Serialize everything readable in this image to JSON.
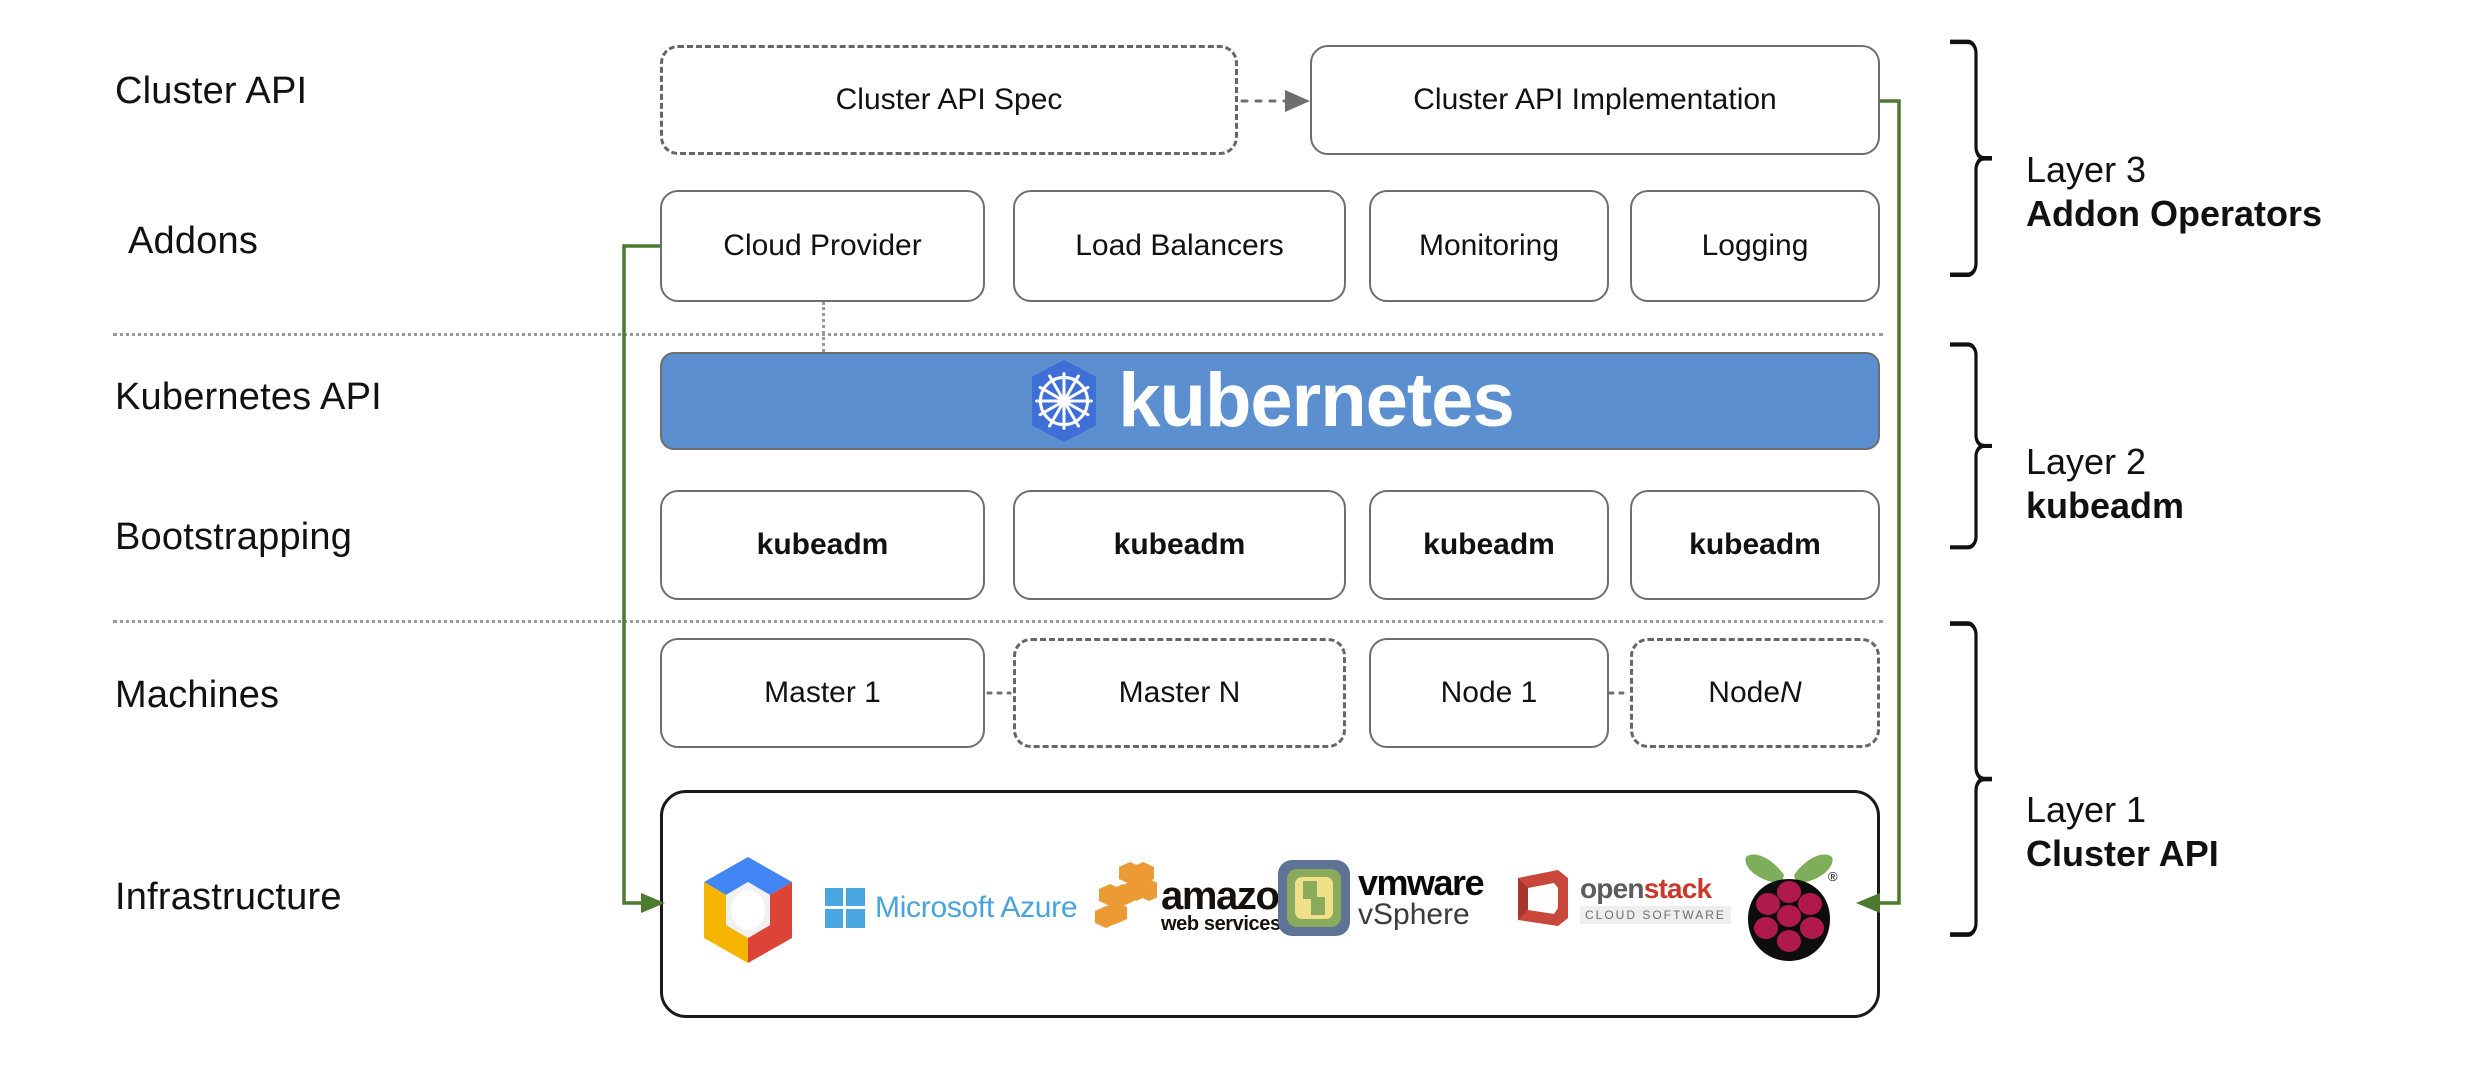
{
  "rows": [
    {
      "id": "cluster-api",
      "label": "Cluster API"
    },
    {
      "id": "addons",
      "label": "Addons"
    },
    {
      "id": "kubernetes-api",
      "label": "Kubernetes API"
    },
    {
      "id": "bootstrapping",
      "label": "Bootstrapping"
    },
    {
      "id": "machines",
      "label": "Machines"
    },
    {
      "id": "infrastructure",
      "label": "Infrastructure"
    }
  ],
  "cluster_api_row": {
    "spec": {
      "label": "Cluster API Spec",
      "style": "dashed"
    },
    "implementation": {
      "label": "Cluster API Implementation",
      "style": "solid"
    },
    "arrow": "dotted-arrow-right"
  },
  "addons_row": [
    {
      "label": "Cloud Provider"
    },
    {
      "label": "Load Balancers"
    },
    {
      "label": "Monitoring"
    },
    {
      "label": "Logging"
    }
  ],
  "kubernetes_banner": {
    "label": "kubernetes",
    "icon": "kubernetes-helm-wheel-icon",
    "background": "#5c8fd0",
    "logo_color": "#3d6fd6",
    "text_color": "#ffffff"
  },
  "bootstrapping_row": [
    {
      "label": "kubeadm"
    },
    {
      "label": "kubeadm"
    },
    {
      "label": "kubeadm"
    },
    {
      "label": "kubeadm"
    }
  ],
  "machines_row": [
    {
      "label": "Master 1",
      "style": "solid",
      "italic_suffix": ""
    },
    {
      "label": "Master N",
      "style": "dashed",
      "italic_suffix": ""
    },
    {
      "label": "Node 1",
      "style": "solid",
      "italic_suffix": ""
    },
    {
      "label": "Node ",
      "style": "dashed",
      "italic_suffix": "N"
    }
  ],
  "infrastructure": {
    "providers": [
      {
        "name": "google-cloud-platform",
        "label": ""
      },
      {
        "name": "microsoft-azure",
        "label": "Microsoft Azure"
      },
      {
        "name": "amazon-web-services",
        "label": "amazon",
        "sublabel": "web services"
      },
      {
        "name": "vmware-vsphere",
        "label": "vmware",
        "sublabel": "vSphere"
      },
      {
        "name": "openstack",
        "label": "open",
        "label2": "stack",
        "sublabel": "CLOUD SOFTWARE"
      },
      {
        "name": "raspberry-pi",
        "label": ""
      }
    ]
  },
  "layers": [
    {
      "id": "layer-3",
      "name": "Layer 3",
      "title": "Addon Operators"
    },
    {
      "id": "layer-2",
      "name": "Layer 2",
      "title": "kubeadm"
    },
    {
      "id": "layer-1",
      "name": "Layer 1",
      "title": "Cluster API"
    }
  ],
  "connectors": {
    "green": "#4c7a2e",
    "left_arrow": "arrow-right-icon",
    "right_arrow": "arrow-left-icon"
  }
}
